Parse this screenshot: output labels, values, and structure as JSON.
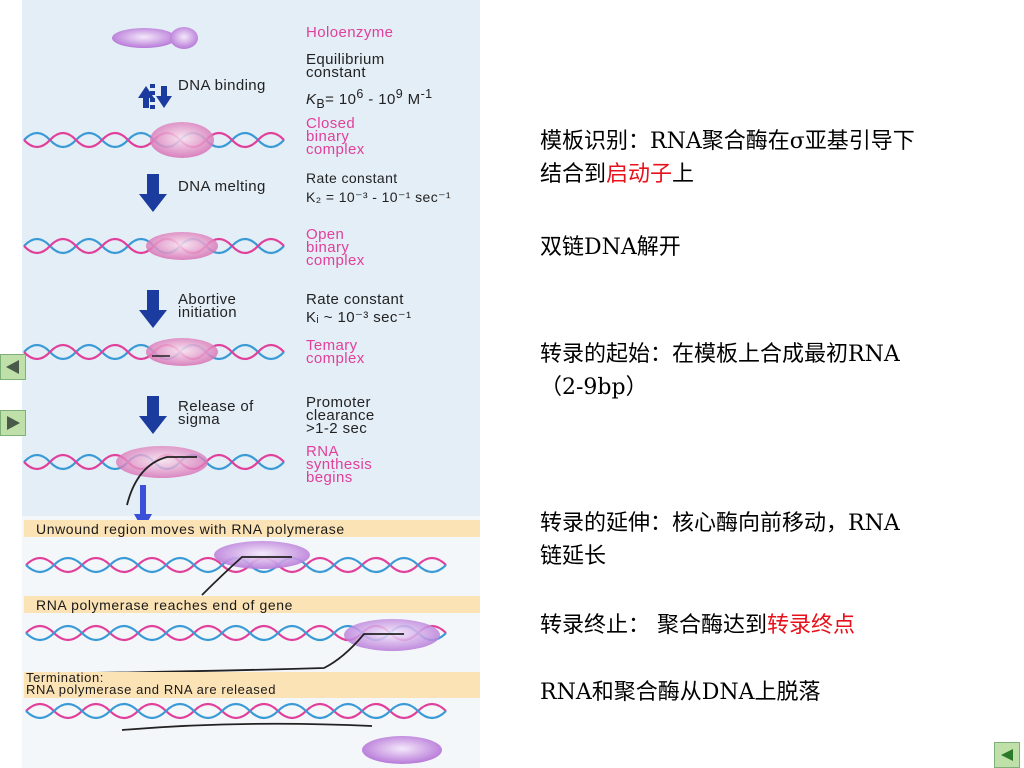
{
  "figure": {
    "steps": {
      "holoenzyme": "Holoenzyme",
      "eq_constant": "Equilibrium\nconstant",
      "dna_binding": "DNA binding",
      "kb_prefix": "K",
      "kb_sub": "B",
      "kb_mid": "= 10",
      "kb_exp1": "6",
      "kb_mid2": " - 10",
      "kb_exp2": "9",
      "kb_unit": " M",
      "kb_unit_exp": "-1",
      "closed": "Closed\nbinary\ncomplex",
      "dna_melting": "DNA melting",
      "rate_constant_1": "Rate constant",
      "k2_line": "K₂ = 10⁻³ - 10⁻¹  sec⁻¹",
      "open": "Open\nbinary\ncomplex",
      "abortive": "Abortive\ninitiation",
      "rate_constant_2": "Rate constant",
      "ki_line": "Kᵢ ~ 10⁻³  sec⁻¹",
      "ternary": "Temary\ncomplex",
      "release_sigma": "Release of\nsigma",
      "promoter_clearance": "Promoter\nclearance\n>1-2 sec",
      "rna_synthesis": "RNA\nsynthesis\nbegins"
    },
    "bands": {
      "unwound": "Unwound region moves with RNA polymerase",
      "reaches_end": "RNA polymerase reaches end of gene",
      "termination": "Termination:\nRNA polymerase and RNA are released"
    }
  },
  "notes": {
    "line1": "模板识别：RNA聚合酶在σ亚基引导下",
    "line2_a": "结合到",
    "line2_red": "启动子",
    "line2_b": "上",
    "line3": "双链DNA解开",
    "line4": "转录的起始：在模板上合成最初RNA",
    "line5": "（2-9bp）",
    "line6": "转录的延伸：核心酶向前移动，RNA",
    "line7": "链延长",
    "line8_a": "转录终止：  聚合酶达到",
    "line8_red": "转录终点",
    "line9": "RNA和聚合酶从DNA上脱落"
  },
  "nav": {
    "prev_icon": "triangle-left-icon",
    "next_icon": "triangle-right-icon",
    "back_icon": "triangle-left-icon"
  },
  "colors": {
    "dna_pink": "#e0409a",
    "dna_blue": "#3a9ad6",
    "dna_green": "#33b56a",
    "polymerase": "#c58be0",
    "arrow_blue": "#1b3b9e",
    "note_red": "#e8101a",
    "nav_green": "#bfe0a8"
  }
}
